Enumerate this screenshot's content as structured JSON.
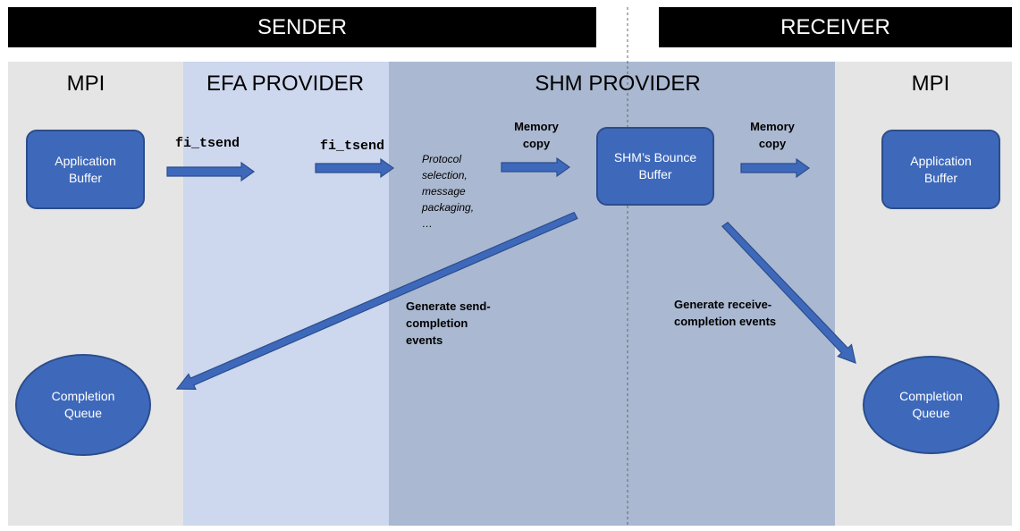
{
  "header": {
    "sender": "SENDER",
    "receiver": "RECEIVER"
  },
  "lanes": {
    "mpi_left": "MPI",
    "efa": "EFA PROVIDER",
    "shm": "SHM PROVIDER",
    "mpi_right": "MPI"
  },
  "nodes": {
    "app_buffer_left": "Application Buffer",
    "completion_queue_left": "Completion Queue",
    "shm_bounce_buffer": "SHM’s Bounce Buffer",
    "app_buffer_right": "Application Buffer",
    "completion_queue_right": "Completion Queue"
  },
  "labels": {
    "fi_tsend_1": "fi_tsend",
    "fi_tsend_2": "fi_tsend",
    "protocol_note": [
      "Protocol",
      "selection,",
      "message",
      "packaging,",
      "…"
    ],
    "memory_copy_1": [
      "Memory",
      "copy"
    ],
    "memory_copy_2": [
      "Memory",
      "copy"
    ],
    "send_completion": [
      "Generate send-",
      "completion",
      "events"
    ],
    "receive_completion": [
      "Generate receive-",
      "completion events"
    ]
  },
  "colors": {
    "mpi_lane": "#e5e5e5",
    "efa_lane": "#cdd7ed",
    "shm_lane": "#aab8d1",
    "node_fill": "#3e69bb",
    "node_border": "#2b4d8c",
    "header_bar": "#000000"
  }
}
